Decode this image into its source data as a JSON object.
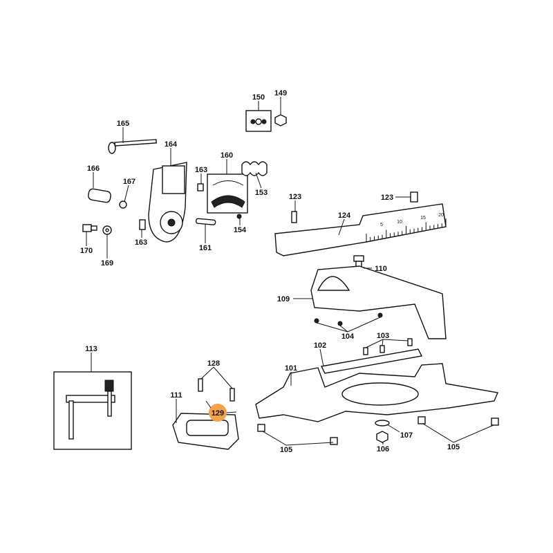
{
  "highlight_color": "#f5a04a",
  "labels": {
    "p150": "150",
    "p149": "149",
    "p165": "165",
    "p164": "164",
    "p160": "160",
    "p166": "166",
    "p167": "167",
    "p163a": "163",
    "p153": "153",
    "p170": "170",
    "p169": "169",
    "p163b": "163",
    "p161": "161",
    "p154": "154",
    "p123a": "123",
    "p123b": "123",
    "p124": "124",
    "p110": "110",
    "p109": "109",
    "p104": "104",
    "p103": "103",
    "p102": "102",
    "p113": "113",
    "p128": "128",
    "p101": "101",
    "p111": "111",
    "p129": "129",
    "p107": "107",
    "p105a": "105",
    "p106": "106",
    "p105b": "105"
  },
  "fence_scale": [
    "5",
    "10",
    "15",
    "20"
  ]
}
